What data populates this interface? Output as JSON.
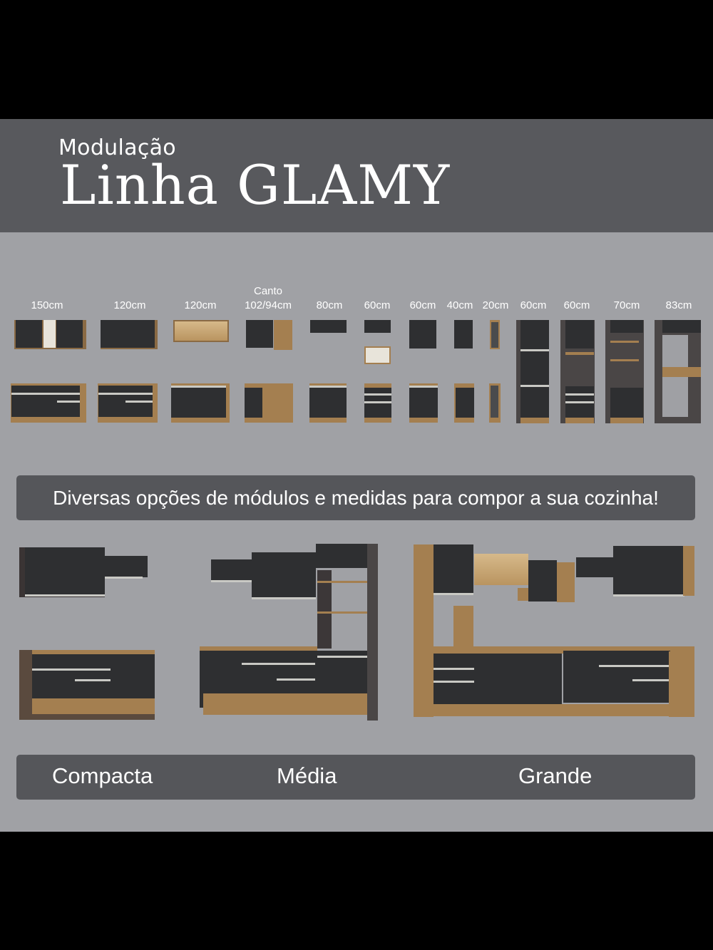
{
  "header": {
    "subtitle": "Modulação",
    "title": "Linha GLAMY"
  },
  "modules": [
    {
      "label_top": "",
      "label": "150cm"
    },
    {
      "label_top": "",
      "label": "120cm"
    },
    {
      "label_top": "",
      "label": "120cm"
    },
    {
      "label_top": "Canto",
      "label": "102/94cm"
    },
    {
      "label_top": "",
      "label": "80cm"
    },
    {
      "label_top": "",
      "label": "60cm"
    },
    {
      "label_top": "",
      "label": "60cm"
    },
    {
      "label_top": "",
      "label": "40cm"
    },
    {
      "label_top": "",
      "label": "20cm"
    },
    {
      "label_top": "",
      "label": "60cm"
    },
    {
      "label_top": "",
      "label": "60cm"
    },
    {
      "label_top": "",
      "label": "70cm"
    },
    {
      "label_top": "",
      "label": "83cm"
    }
  ],
  "banner": {
    "text": "Diversas opções de módulos e medidas para compor a sua cozinha!"
  },
  "kitchen_sizes": [
    {
      "label": "Compacta"
    },
    {
      "label": "Média"
    },
    {
      "label": "Grande"
    }
  ],
  "colors": {
    "header_bg": "#58595d",
    "main_bg": "#a0a1a5",
    "bar_bg": "#55565a",
    "cabinet_black": "#2e2f31",
    "wood": "#a47f50"
  }
}
